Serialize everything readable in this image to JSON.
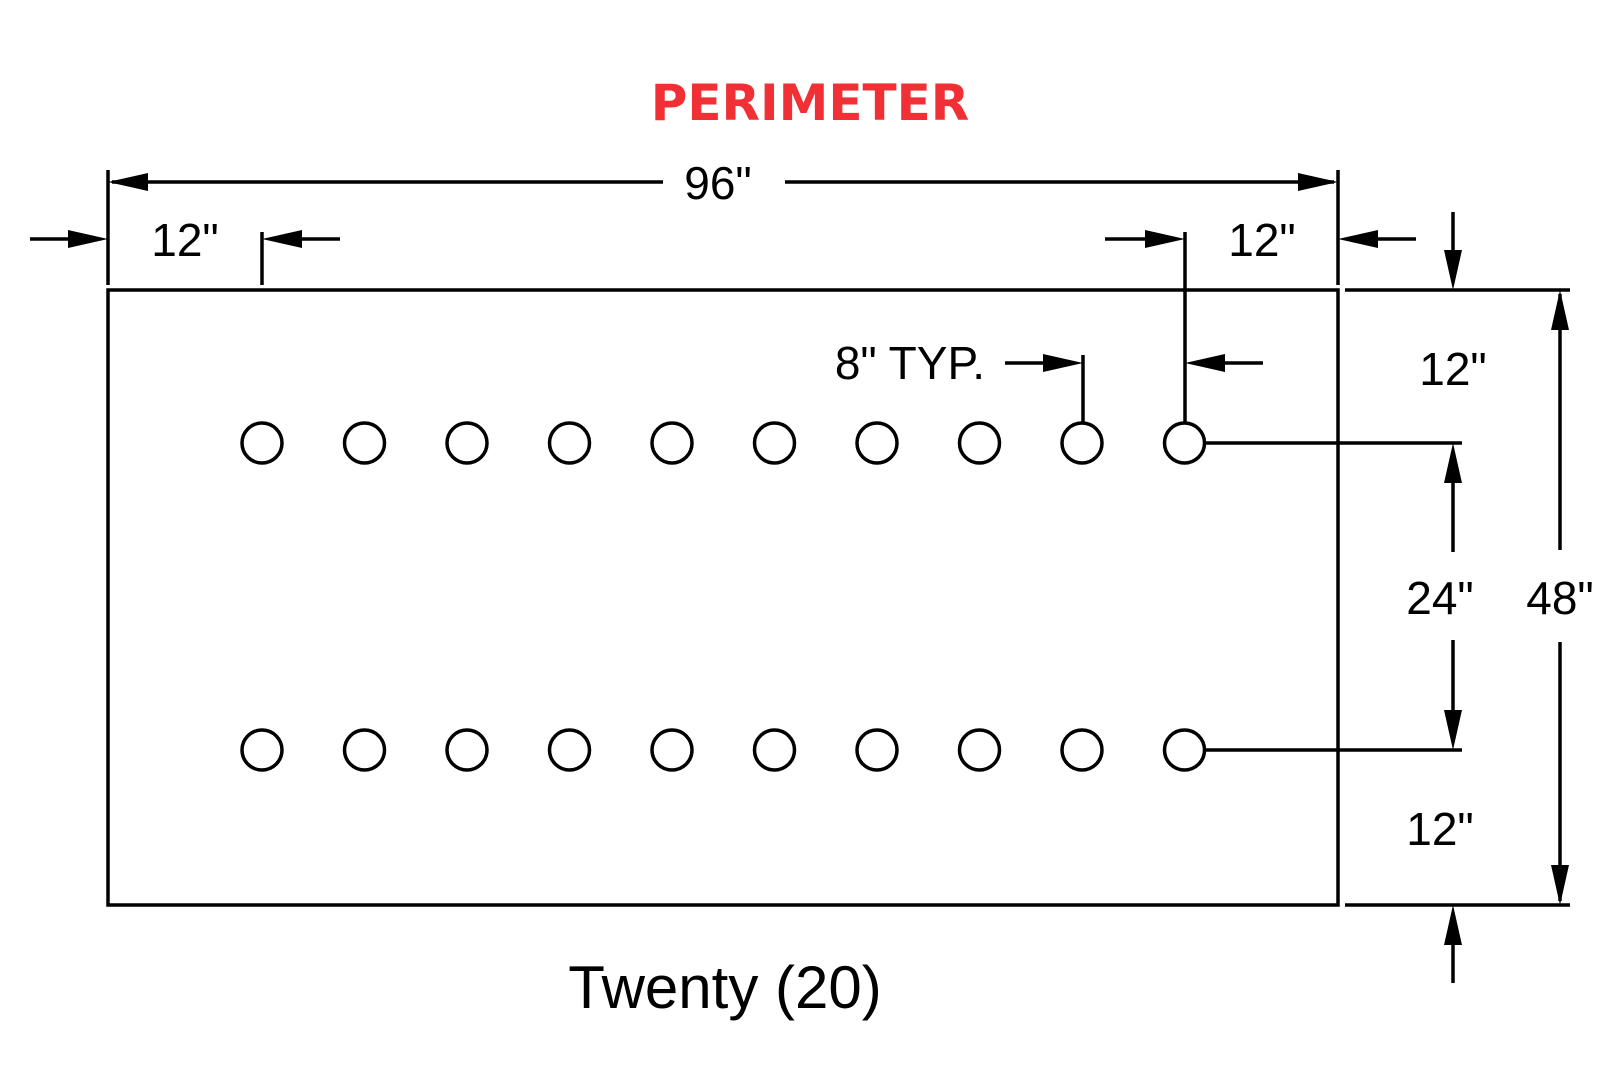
{
  "title": {
    "text": "PERIMETER",
    "color": "#f03035"
  },
  "panel": {
    "width_in": 96,
    "height_in": 48
  },
  "holes": {
    "rows": 2,
    "per_row": 10,
    "spacing_in": 8
  },
  "dimensions": {
    "overall_width": "96\"",
    "left_edge_offset": "12\"",
    "right_edge_offset": "12\"",
    "hole_spacing": "8\" TYP.",
    "top_edge_offset": "12\"",
    "row_spacing": "24\"",
    "overall_height": "48\"",
    "bottom_edge_offset": "12\""
  },
  "caption": "Twenty (20)"
}
